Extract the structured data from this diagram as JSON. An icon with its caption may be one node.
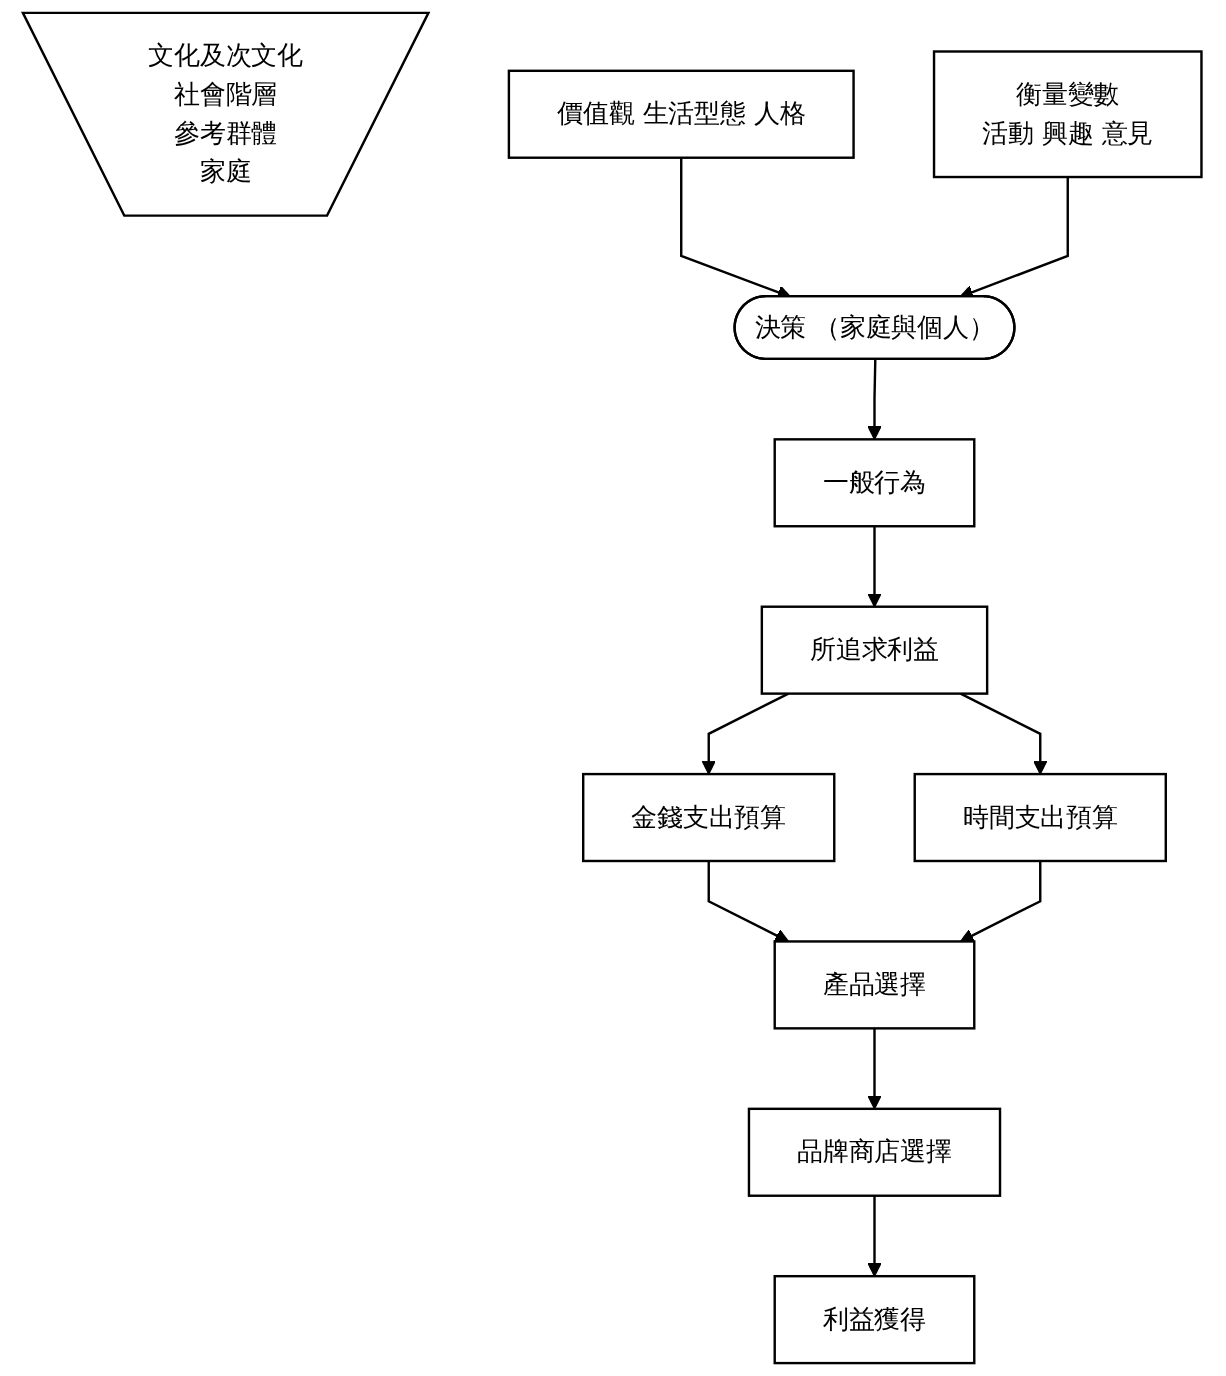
{
  "diagram": {
    "nodes": [
      {
        "text": [
          "文化及次文化",
          "社會階層",
          "參考群體",
          "家庭"
        ]
      },
      {
        "text": [
          "價值觀 生活型態 人格"
        ]
      },
      {
        "text": [
          "決策 （家庭與個人）"
        ]
      },
      {
        "text": [
          "衡量變數",
          "活動 興趣 意見"
        ]
      },
      {
        "text": [
          "一般行為"
        ]
      },
      {
        "text": [
          "所追求利益"
        ]
      },
      {
        "text": [
          "金錢支出預算"
        ]
      },
      {
        "text": [
          "時間支出預算"
        ]
      },
      {
        "text": [
          "產品選擇"
        ]
      },
      {
        "text": [
          "品牌商店選擇"
        ]
      },
      {
        "text": [
          "利益獲得"
        ]
      }
    ],
    "edges": [
      {
        "from": 1,
        "to": 2,
        "arrow": "to"
      },
      {
        "from": 3,
        "to": 2,
        "arrow": "to"
      },
      {
        "from": 2,
        "to": 4,
        "arrow": "to"
      },
      {
        "from": 4,
        "to": 5,
        "arrow": "to"
      },
      {
        "from": 5,
        "to": 6,
        "arrow": "to"
      },
      {
        "from": 5,
        "to": 7,
        "arrow": "to"
      },
      {
        "from": 6,
        "to": 8,
        "arrow": "to"
      },
      {
        "from": 7,
        "to": 8,
        "arrow": "to"
      },
      {
        "from": 8,
        "to": 9,
        "arrow": "to"
      },
      {
        "from": 9,
        "to": 10,
        "arrow": "to"
      }
    ]
  }
}
